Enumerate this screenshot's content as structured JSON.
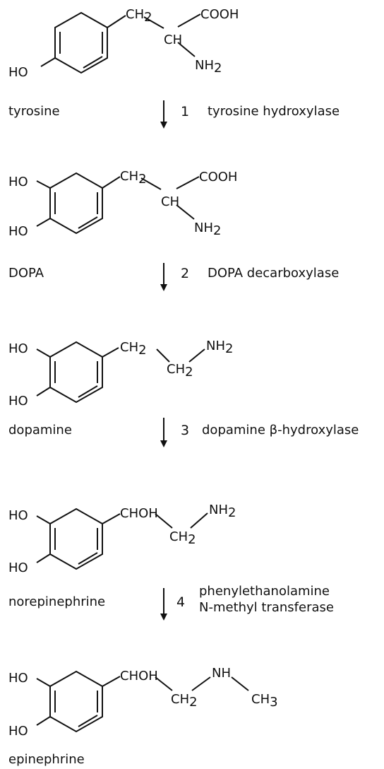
{
  "compounds": [
    {
      "name": "tyrosine",
      "ring_substituents": [
        "HO"
      ],
      "chain": [
        "CH2",
        "CH",
        "COOH",
        "NH2"
      ]
    },
    {
      "name": "DOPA",
      "ring_substituents": [
        "HO",
        "HO"
      ],
      "chain": [
        "CH2",
        "CH",
        "COOH",
        "NH2"
      ]
    },
    {
      "name": "dopamine",
      "ring_substituents": [
        "HO",
        "HO"
      ],
      "chain": [
        "CH2",
        "CH2",
        "NH2"
      ]
    },
    {
      "name": "norepinephrine",
      "ring_substituents": [
        "HO",
        "HO"
      ],
      "chain": [
        "CHOH",
        "CH2",
        "NH2"
      ]
    },
    {
      "name": "epinephrine",
      "ring_substituents": [
        "HO",
        "HO"
      ],
      "chain": [
        "CHOH",
        "CH2",
        "NH",
        "CH3"
      ]
    }
  ],
  "steps": [
    {
      "number": "1",
      "enzyme": "tyrosine hydroxylase"
    },
    {
      "number": "2",
      "enzyme": "DOPA decarboxylase"
    },
    {
      "number": "3",
      "enzyme": "dopamine β-hydroxylase"
    },
    {
      "number": "4",
      "enzyme_line1": "phenylethanolamine",
      "enzyme_line2": "N-methyl transferase"
    }
  ],
  "atoms": {
    "HO": "HO",
    "CH": "CH",
    "C": "C",
    "H": "H",
    "N": "N",
    "NH": "NH",
    "COOH": "COOH",
    "CHOH": "CHOH",
    "sub2": "2",
    "sub3": "3"
  }
}
